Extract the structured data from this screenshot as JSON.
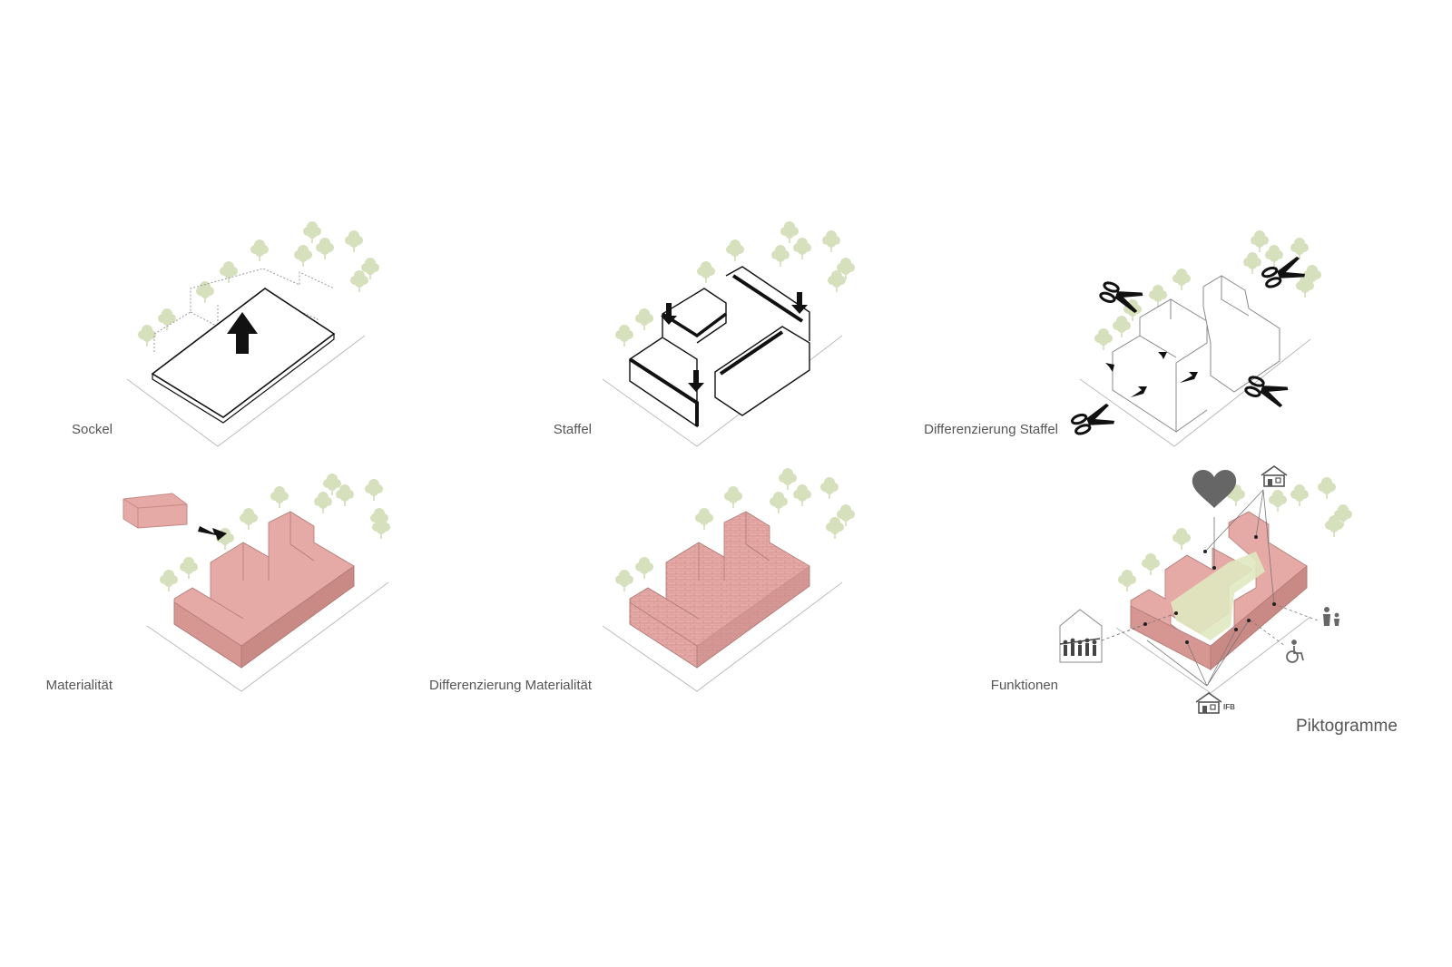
{
  "diagrams": [
    {
      "id": "sockel",
      "label": "Sockel"
    },
    {
      "id": "staffel",
      "label": "Staffel"
    },
    {
      "id": "diff-staffel",
      "label": "Differenzierung Staffel"
    },
    {
      "id": "materialitaet",
      "label": "Materialität"
    },
    {
      "id": "diff-materialitaet",
      "label": "Differenzierung Materialität"
    },
    {
      "id": "funktionen",
      "label": "Funktionen",
      "pictogram_text": "IFB"
    }
  ],
  "footer": "Piktogramme",
  "colors": {
    "tree": "#d6e0bd",
    "brick": "#e5a9a6",
    "brick_side": "#d69692",
    "brick_dark": "#c98985",
    "court": "#dfe8c0",
    "line": "#333333",
    "ghost": "#aaaaaa"
  }
}
